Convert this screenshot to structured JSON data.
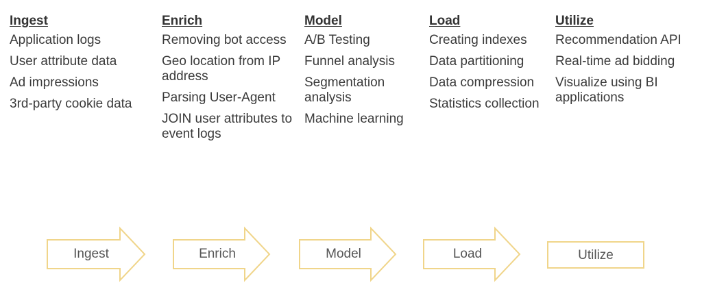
{
  "colors": {
    "arrow_stroke": "#f0d58a",
    "title_text": "#333333",
    "body_text": "#3a3a3a",
    "flow_text": "#555555"
  },
  "columns": [
    {
      "title": "Ingest",
      "items": [
        "Application logs",
        "User attribute data",
        "Ad impressions",
        "3rd-party cookie data"
      ]
    },
    {
      "title": "Enrich",
      "items": [
        "Removing bot access",
        "Geo location from IP address",
        "Parsing User-Agent",
        "JOIN user attributes to event logs"
      ]
    },
    {
      "title": "Model",
      "items": [
        "A/B Testing",
        "Funnel analysis",
        "Segmentation analysis",
        "Machine learning"
      ]
    },
    {
      "title": "Load",
      "items": [
        "Creating indexes",
        "Data partitioning",
        "Data compression",
        "Statistics collection"
      ]
    },
    {
      "title": "Utilize",
      "items": [
        "Recommendation API",
        "Real-time ad bidding",
        "Visualize using BI applications"
      ]
    }
  ],
  "flow": {
    "steps": [
      "Ingest",
      "Enrich",
      "Model",
      "Load",
      "Utilize"
    ]
  }
}
